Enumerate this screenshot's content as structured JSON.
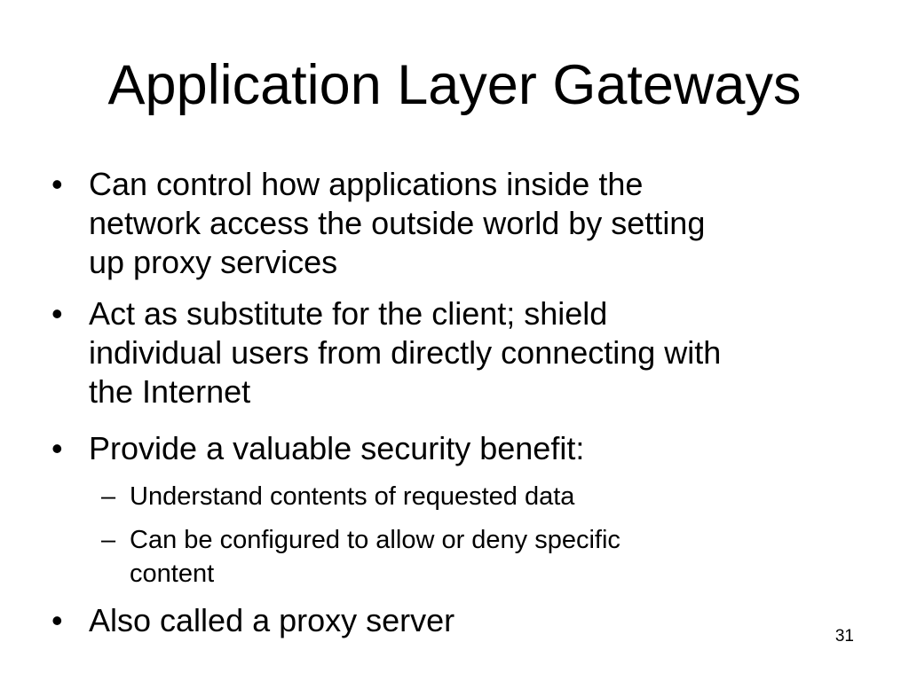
{
  "slide": {
    "title": "Application Layer Gateways",
    "bullet_glyph": "•",
    "dash_glyph": "–",
    "bullets": [
      {
        "text_lines": [
          "Can control how applications inside the",
          "network access the outside world by setting",
          "up proxy services"
        ]
      },
      {
        "text_lines": [
          "Act as substitute for the client; shield",
          "individual users from directly connecting with",
          "the Internet"
        ]
      },
      {
        "text_lines": [
          "Provide a valuable security benefit:"
        ],
        "sub_bullets": [
          {
            "text_lines": [
              "Understand contents of requested data"
            ]
          },
          {
            "text_lines": [
              "Can be configured to allow or deny specific",
              "content"
            ]
          }
        ]
      },
      {
        "text_lines": [
          "Also called a proxy server"
        ]
      }
    ],
    "page_number": "31"
  }
}
